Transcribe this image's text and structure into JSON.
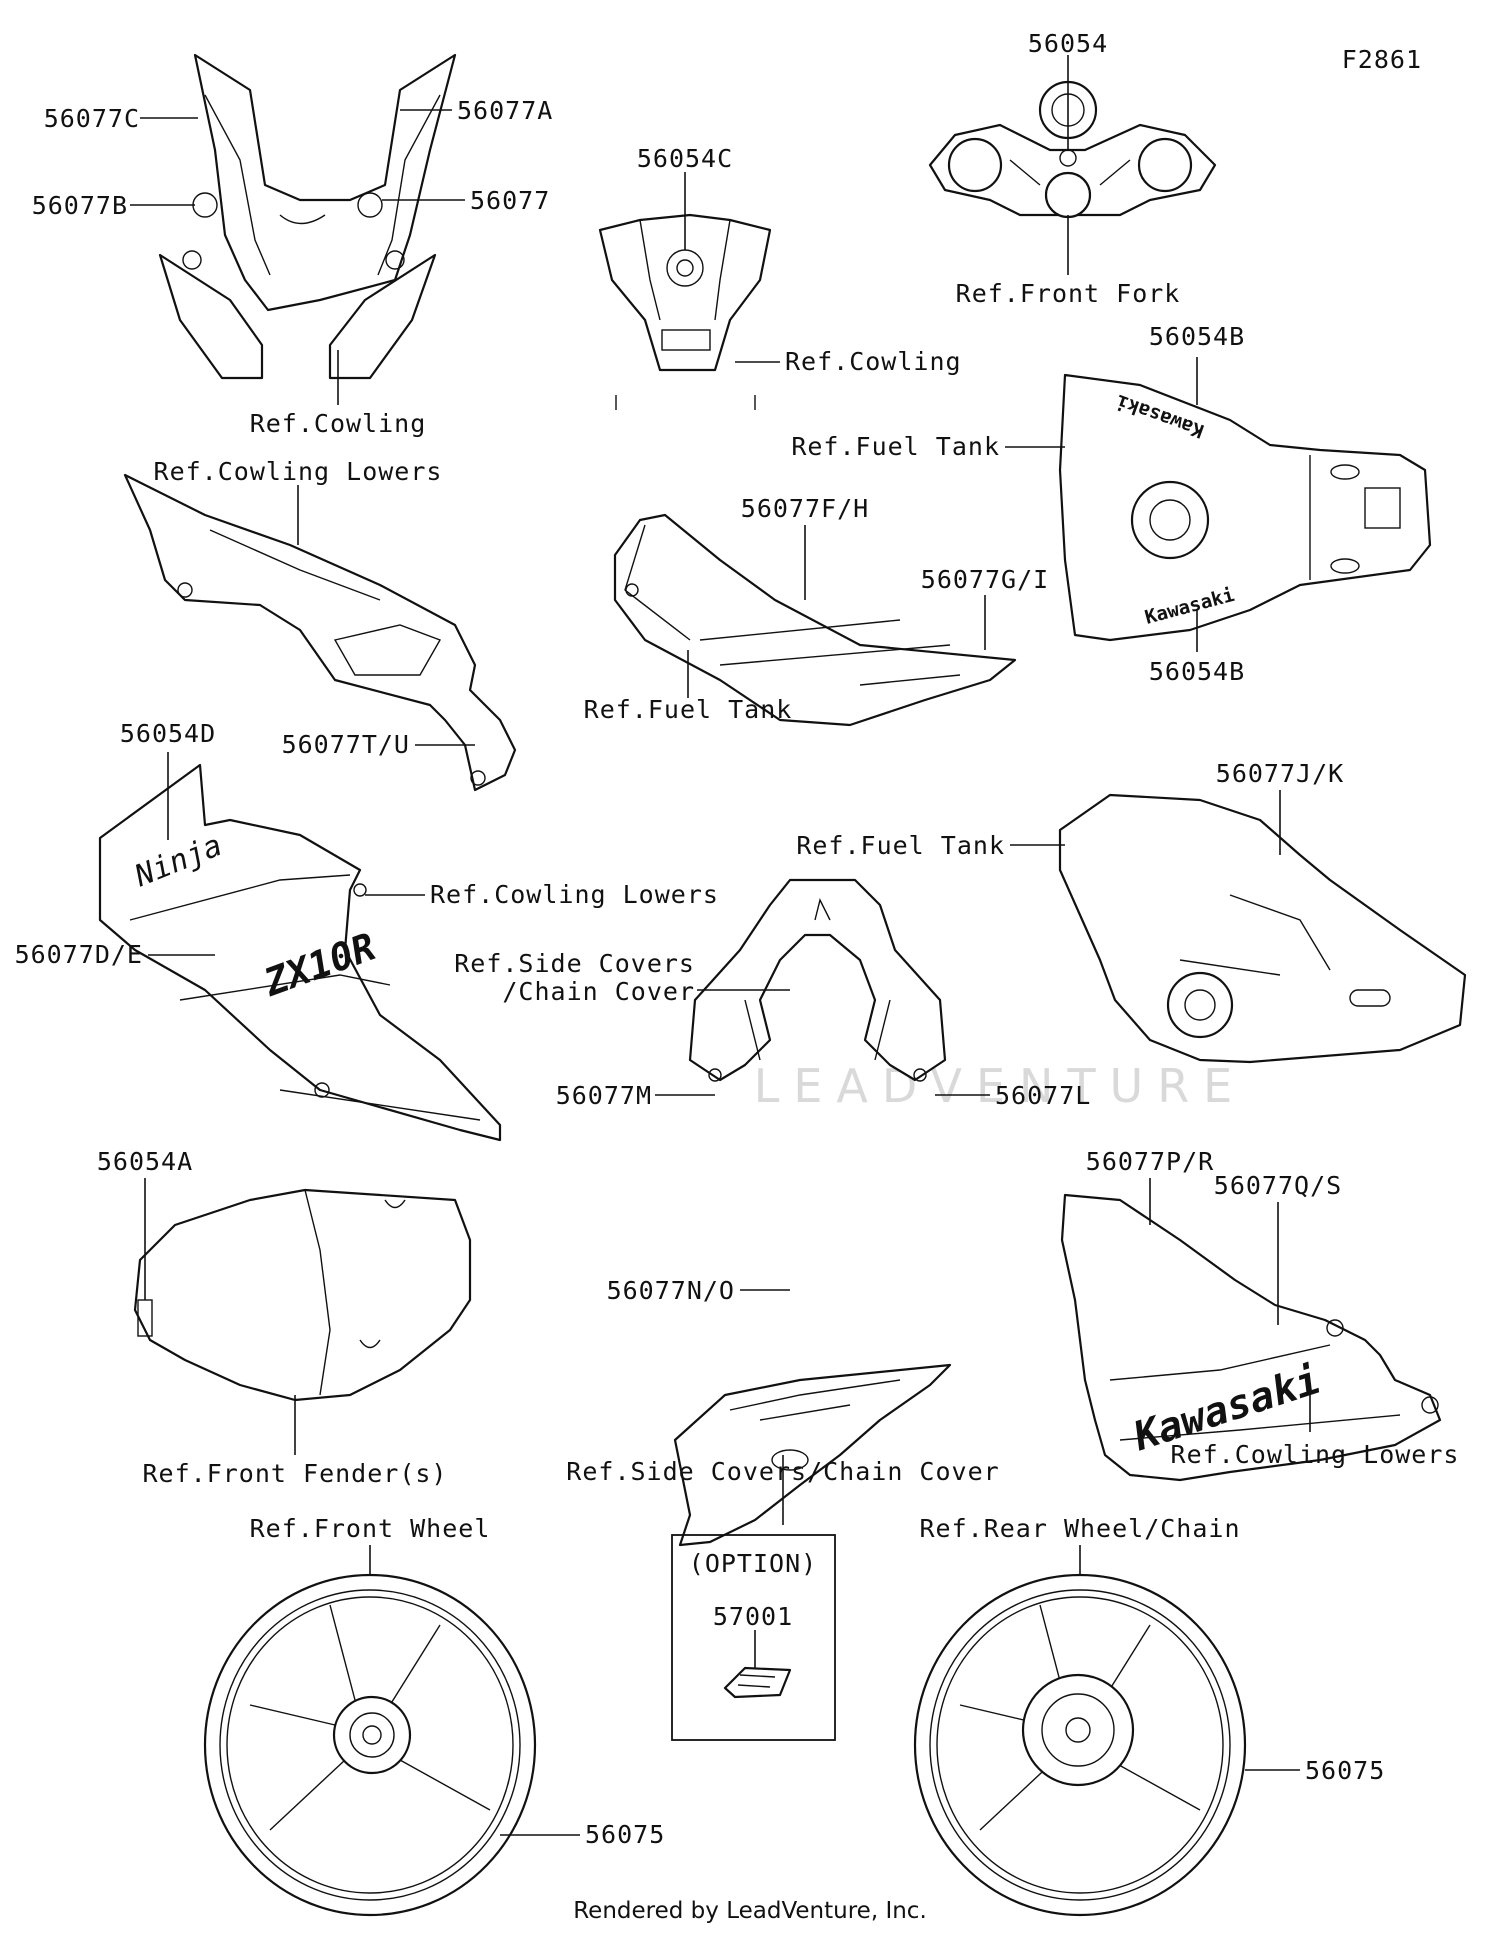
{
  "figure_id": "F2861",
  "footer": "Rendered by LeadVenture, Inc.",
  "watermark": "LEADVENTURE",
  "labels": {
    "p56077C": "56077C",
    "p56077A": "56077A",
    "p56077B": "56077B",
    "p56077": "56077",
    "ref_cowling_1": "Ref.Cowling",
    "p56054C": "56054C",
    "ref_cowling_2": "Ref.Cowling",
    "p56054": "56054",
    "ref_front_fork": "Ref.Front Fork",
    "p56054B_top": "56054B",
    "ref_fuel_tank_1": "Ref.Fuel Tank",
    "p56054B_bottom": "56054B",
    "ref_cowling_lowers_1": "Ref.Cowling Lowers",
    "p56077TU": "56077T/U",
    "p56077FH": "56077F/H",
    "p56077GI": "56077G/I",
    "ref_fuel_tank_2": "Ref.Fuel Tank",
    "p56054D": "56054D",
    "ref_cowling_lowers_2": "Ref.Cowling Lowers",
    "p56077DE": "56077D/E",
    "ref_side_covers_1a": "Ref.Side Covers",
    "ref_side_covers_1b": "/Chain Cover",
    "p56077M": "56077M",
    "p56077L": "56077L",
    "p56077JK": "56077J/K",
    "ref_fuel_tank_3": "Ref.Fuel Tank",
    "p56054A": "56054A",
    "ref_front_fender": "Ref.Front Fender(s)",
    "p56077NO": "56077N/O",
    "ref_side_covers_2": "Ref.Side Covers/Chain Cover",
    "p56077PR": "56077P/R",
    "p56077QS": "56077Q/S",
    "ref_cowling_lowers_3": "Ref.Cowling Lowers",
    "ref_front_wheel": "Ref.Front Wheel",
    "option": "(OPTION)",
    "p57001": "57001",
    "ref_rear_wheel": "Ref.Rear Wheel/Chain",
    "p56075_front": "56075",
    "p56075_rear": "56075"
  },
  "decals": {
    "ninja": "Ninja",
    "zx10r": "ZX10R",
    "kawasaki_lower": "Kawasaki",
    "kawasaki_tank_a": "Kawasaki",
    "kawasaki_tank_b": "Kawasaki"
  }
}
